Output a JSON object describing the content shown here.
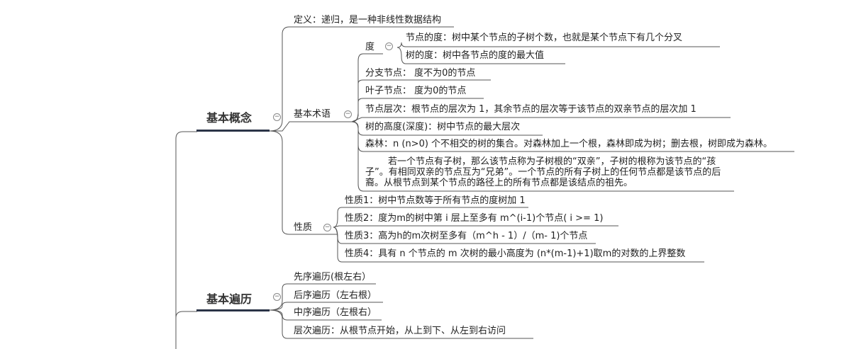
{
  "colors": {
    "line": "#444444",
    "heading_bar": "#2b3447"
  },
  "sections": {
    "basic_concepts": {
      "title": "基本概念",
      "definition": "定义：递归，是一种非线性数据结构",
      "terms": {
        "label": "基本术语",
        "degree": {
          "label": "度",
          "node_degree": "节点的度：树中某个节点的子树个数，也就是某个节点下有几个分叉",
          "tree_degree": "树的度：树中各节点的度的最大值"
        },
        "branch_node": "分支节点： 度不为0的节点",
        "leaf_node": "叶子节点： 度为0的节点",
        "level": "节点层次：根节点的层次为 1，其余节点的层次等于该节点的双亲节点的层次加 1",
        "height": "树的高度(深度)：树中节点的最大层次",
        "forest": "森林：n (n>0) 个不相交的树的集合。对森林加上一个根，森林即成为树；删去根，树即成为森林。",
        "relations": "若一个节点有子树，那么该节点称为子树根的“双亲”，子树的根称为该节点的“孩子”。有相同双亲的节点互为“兄弟”。一个节点的所有子树上的任何节点都是该节点的后裔。从根节点到某个节点的路径上的所有节点都是该结点的祖先。"
      },
      "properties": {
        "label": "性质",
        "items": [
          "性质1：树中节点数等于所有节点的度树加 1",
          "性质2：度为m的树中第 i 层上至多有 m^(i-1)个节点( i >= 1)",
          "性质3：高为h的m次树至多有（m^h - 1）/（m- 1)个节点",
          "性质4：具有 n 个节点的 m 次树的最小高度为 (n*(m-1)+1)取m的对数的上界整数"
        ]
      }
    },
    "traversal": {
      "title": "基本遍历",
      "items": [
        "先序遍历(根左右）",
        "后序遍历（左右根）",
        "中序遍历（左根右）",
        "层次遍历：从根节点开始，从上到下、从左到右访问"
      ]
    }
  },
  "icons": {
    "collapse": "collapse-icon"
  }
}
